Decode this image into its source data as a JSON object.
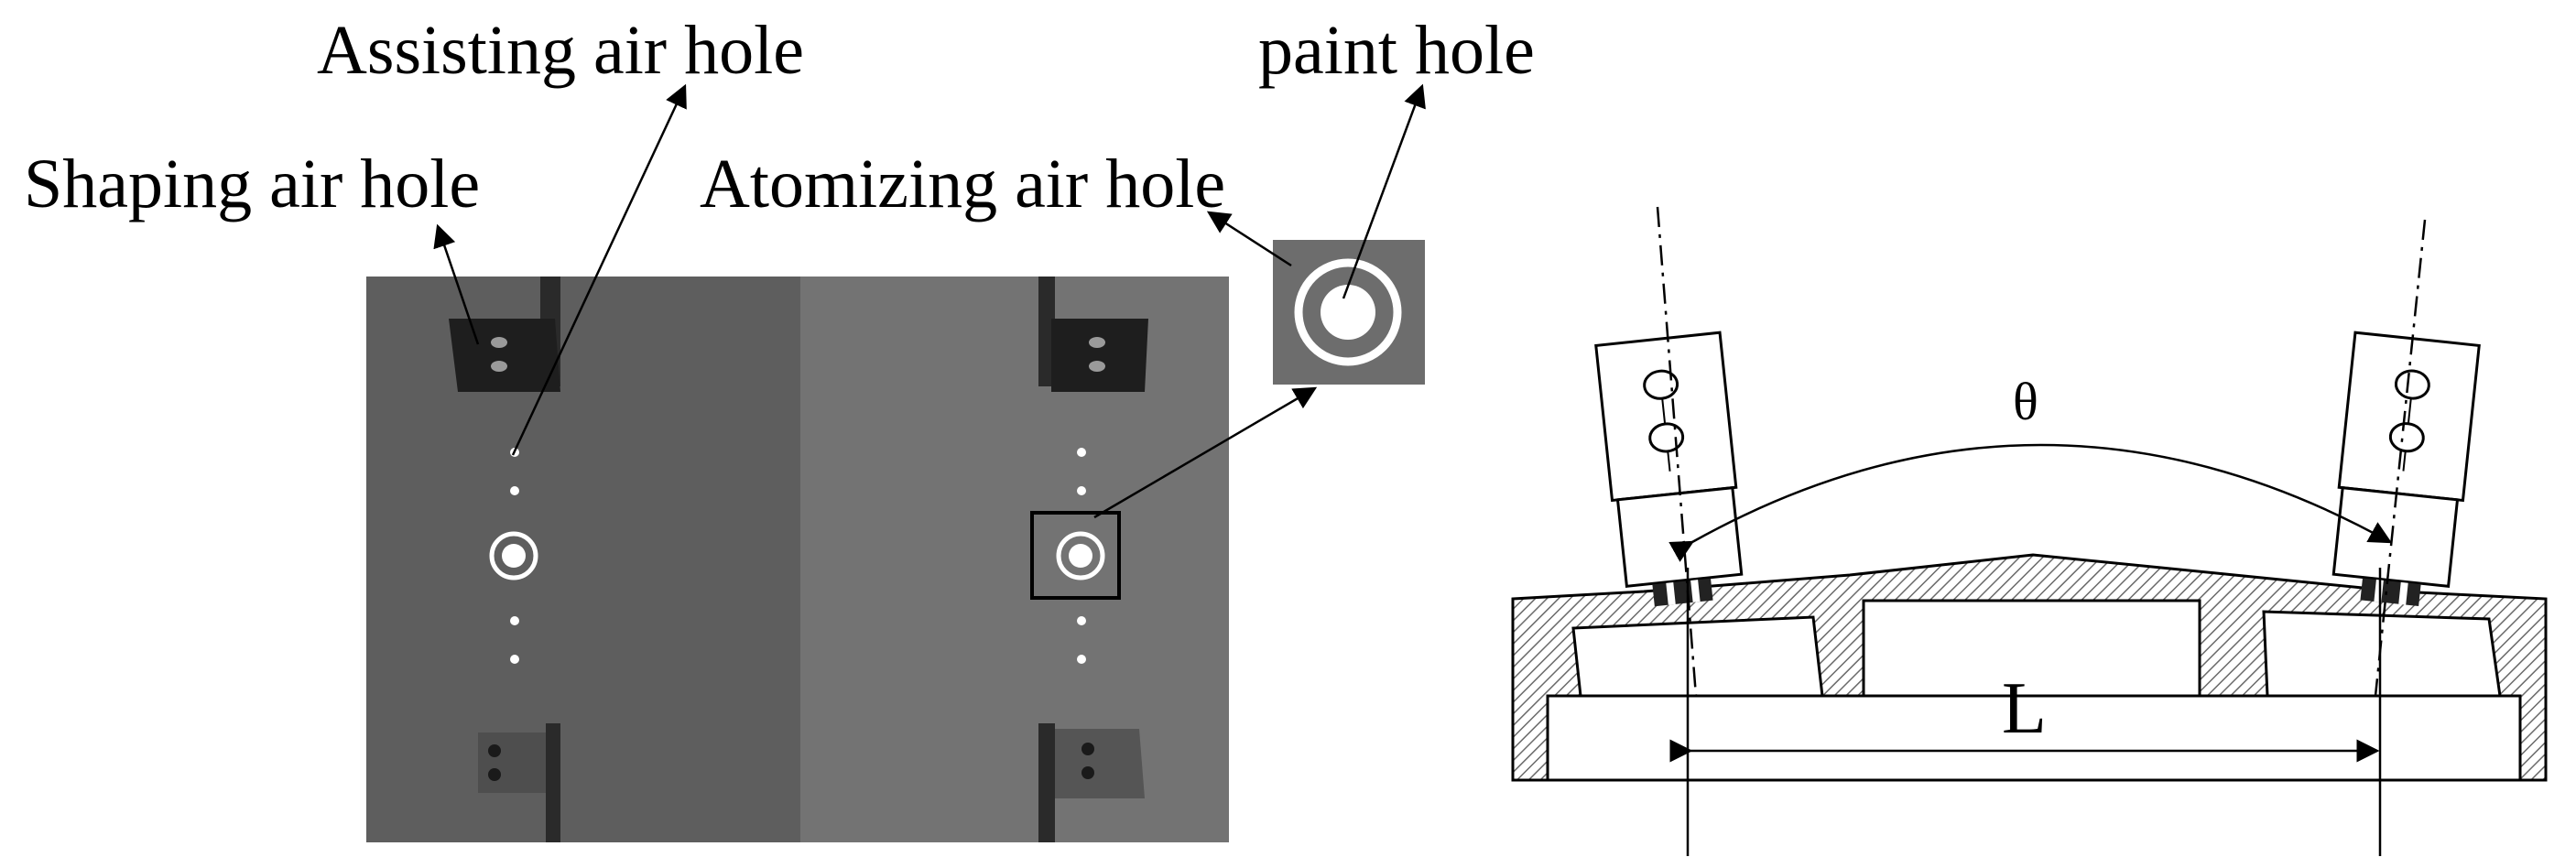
{
  "labels": {
    "assisting_air_hole": "Assisting air hole",
    "paint_hole": "paint hole",
    "shaping_air_hole": "Shaping air hole",
    "atomizing_air_hole": "Atomizing air hole",
    "angle_symbol": "θ",
    "distance_symbol": "L"
  },
  "colors": {
    "panel_dark": "#5e5e5e",
    "panel_light": "#737373",
    "inset_bg": "#6d6d6d",
    "hole_white": "#ffffff",
    "ink": "#000000",
    "hatch": "#8a8a8a"
  }
}
